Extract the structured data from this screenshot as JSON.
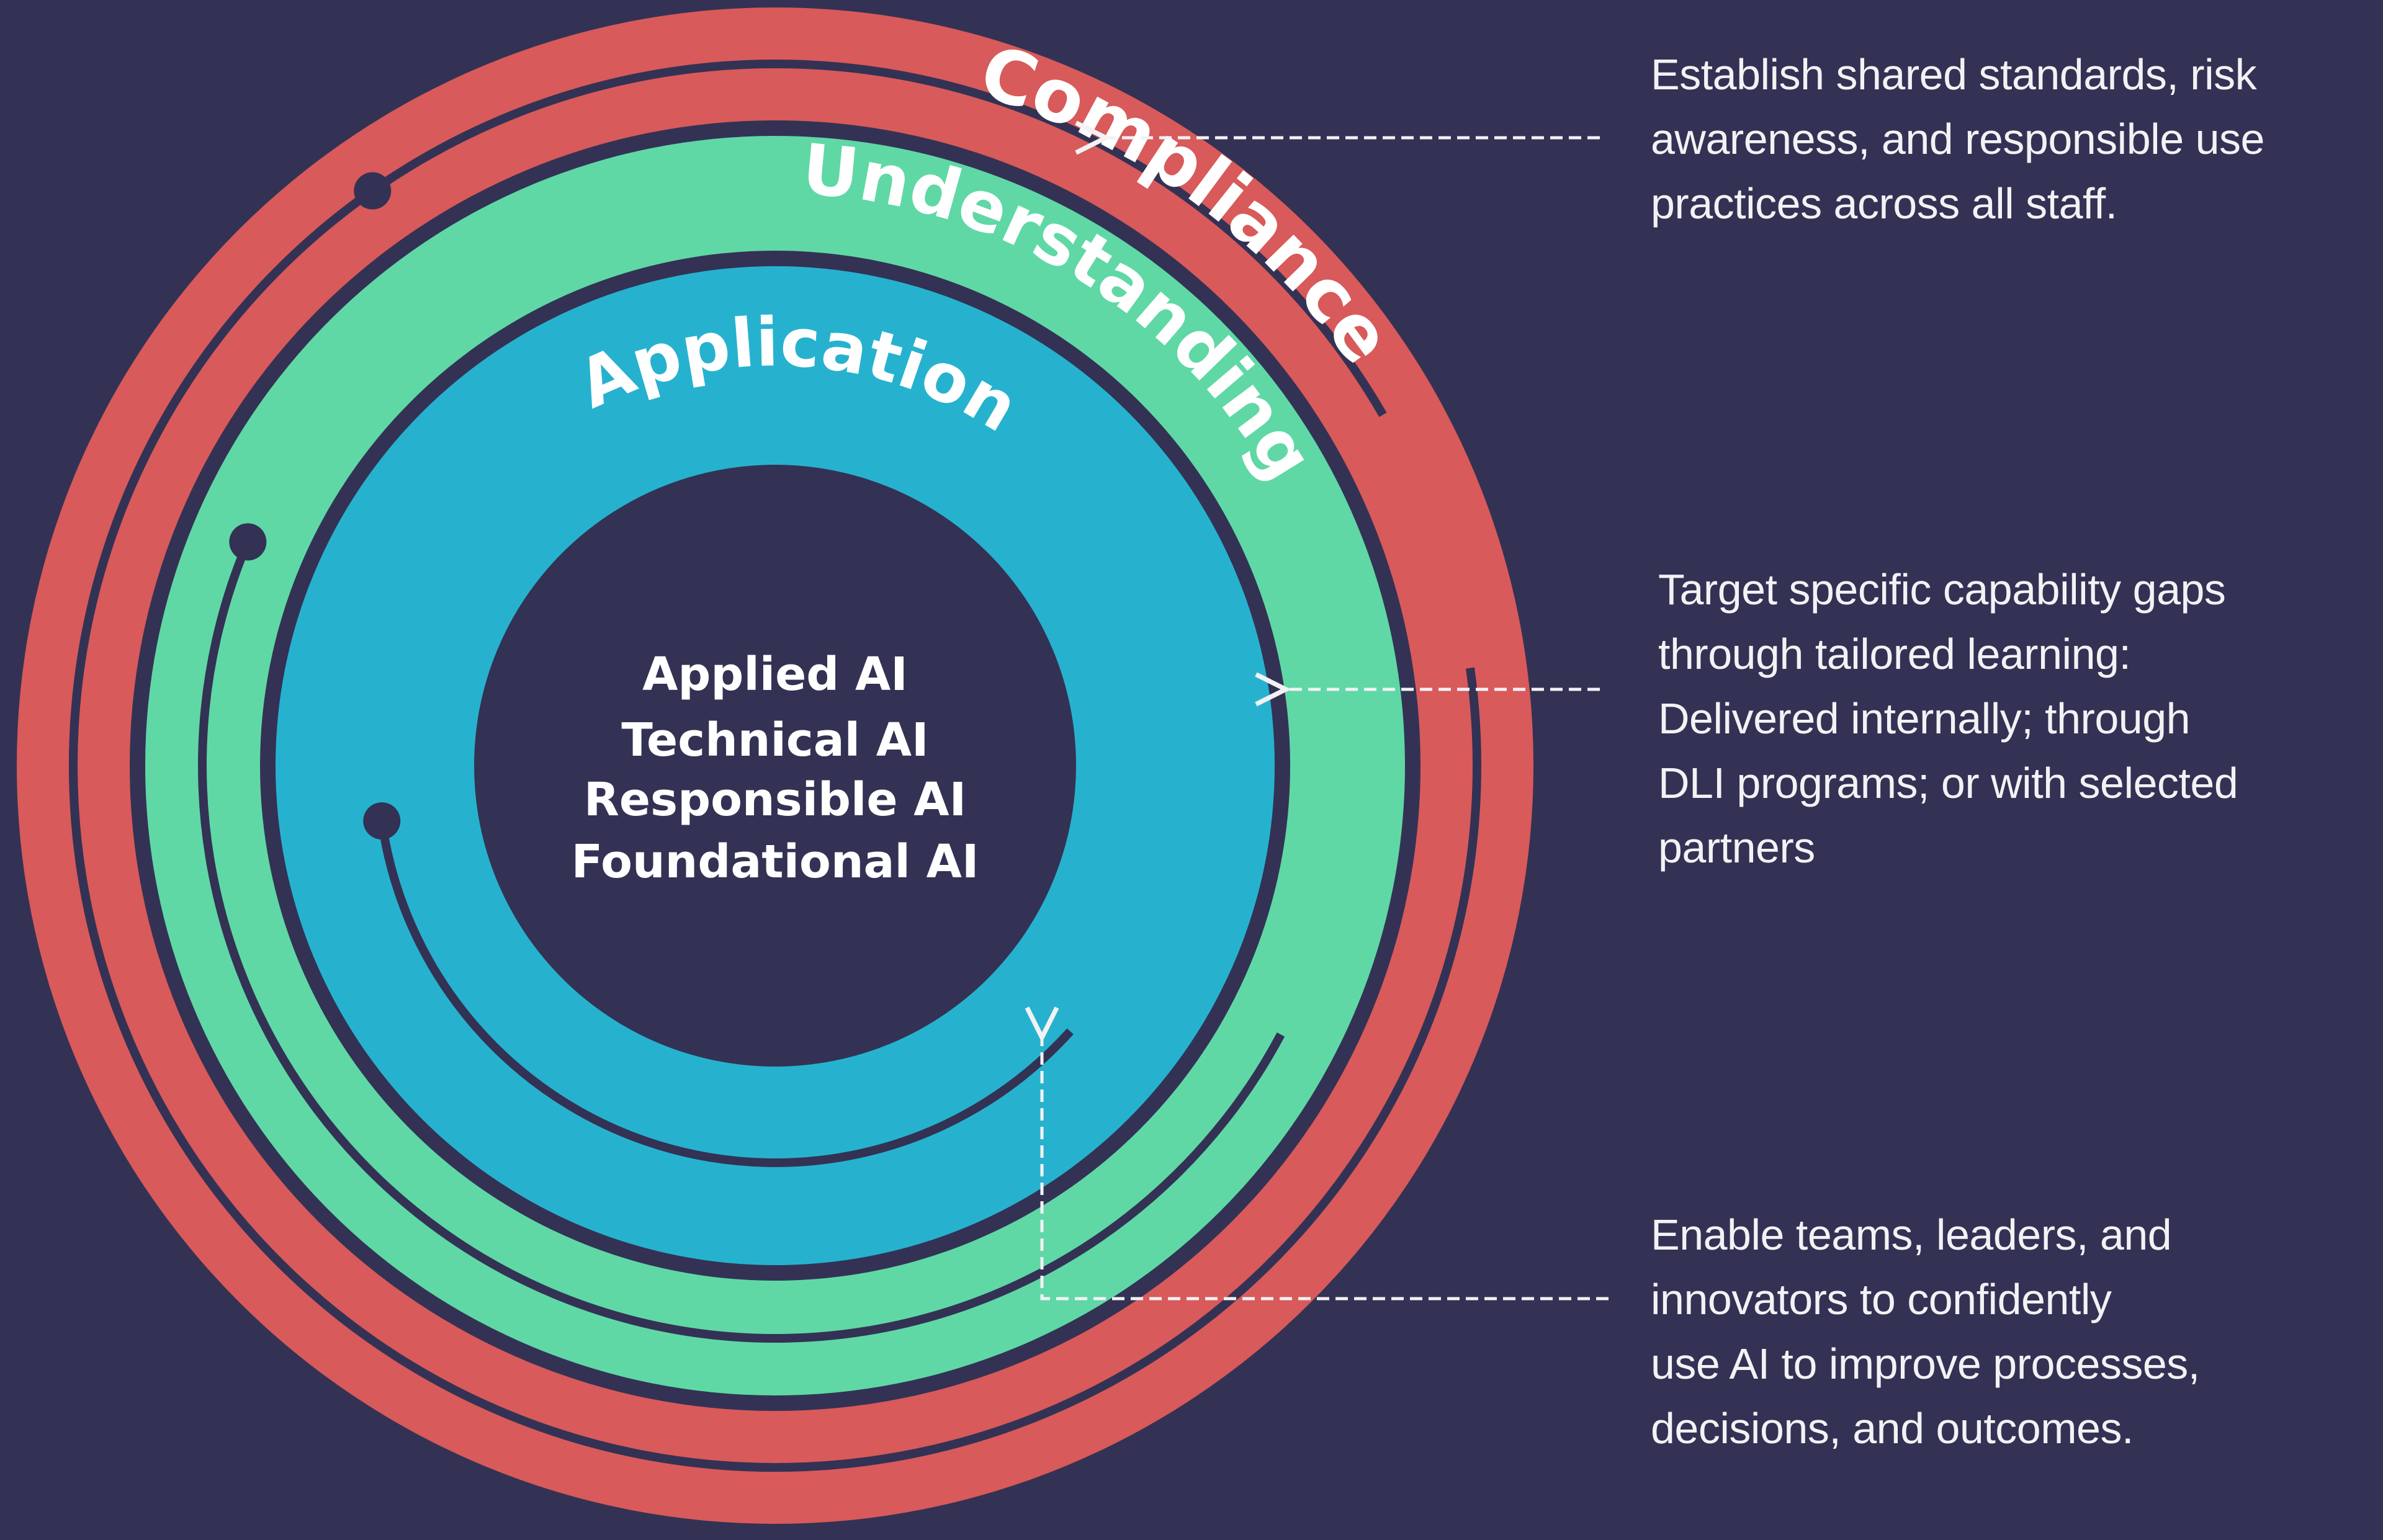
{
  "colors": {
    "background": "#333254",
    "compliance": "#D85A5A",
    "understanding": "#5FD8A6",
    "application": "#26B2CF",
    "text": "#FFFFFF",
    "connector": "#F2F2F5"
  },
  "rings": [
    {
      "id": "compliance",
      "label": "Compliance"
    },
    {
      "id": "understanding",
      "label": "Understanding"
    },
    {
      "id": "application",
      "label": "Application"
    }
  ],
  "center": {
    "lines": [
      "Applied AI",
      "Technical AI",
      "Responsible AI",
      "Foundational AI"
    ]
  },
  "descriptions": {
    "compliance": {
      "lines": [
        "Establish shared standards, risk",
        "awareness, and responsible use",
        "practices across all staff."
      ]
    },
    "understanding": {
      "lines": [
        "Target specific capability gaps",
        "through tailored learning:",
        "Delivered internally; through",
        "DLI programs; or with selected",
        "partners"
      ]
    },
    "application": {
      "lines": [
        "Enable teams, leaders, and",
        "innovators to confidently",
        "use AI to improve processes,",
        "decisions, and outcomes."
      ]
    }
  }
}
